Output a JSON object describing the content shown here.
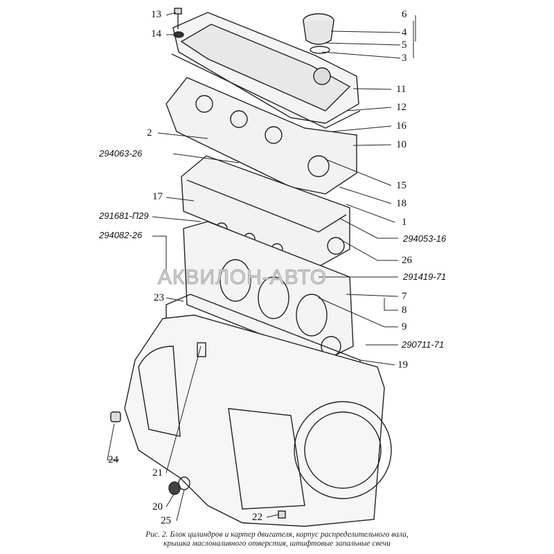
{
  "labels": {
    "l13": "13",
    "l14": "14",
    "l6": "6",
    "l4": "4",
    "l5": "5",
    "l3": "3",
    "l11": "11",
    "l12": "12",
    "l16": "16",
    "l10": "10",
    "l2": "2",
    "c294063": "294063-26",
    "l15": "15",
    "l17": "17",
    "l18": "18",
    "l1": "1",
    "c291681": "291681-П29",
    "c294053": "294053-16",
    "c294082": "294082-26",
    "l26": "26",
    "c291419": "291419-71",
    "l23": "23",
    "l7": "7",
    "l8": "8",
    "l9": "9",
    "c290711": "290711-71",
    "l19": "19",
    "l24": "24",
    "l21": "21",
    "l20": "20",
    "l25": "25",
    "l22": "22"
  },
  "watermark": "АКВИЛОН-АВТО",
  "caption": {
    "line1": "Рис. 2. Блок цилиндров и картер двигателя, корпус распределительного вала,",
    "line2": "крышка маслоналивного отверстия, штифтовые запальные свечи"
  }
}
